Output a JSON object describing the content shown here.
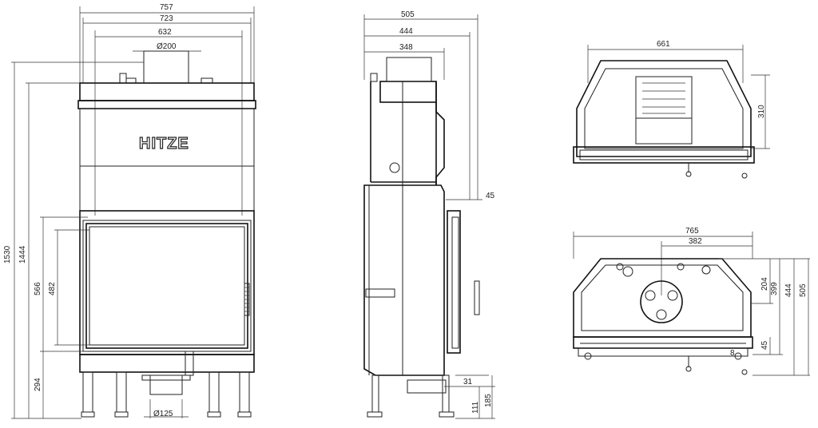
{
  "brand": {
    "logo_text": "HITZE"
  },
  "front_view": {
    "widths": [
      "757",
      "723",
      "632"
    ],
    "flue_diameter": "Ø200",
    "leg_diameter": "Ø125",
    "heights": [
      "1530",
      "1444",
      "566",
      "482",
      "294"
    ]
  },
  "side_view": {
    "depths": [
      "505",
      "444",
      "348"
    ],
    "door_offset": "45",
    "bottom_offsets": [
      "31",
      "111",
      "185"
    ]
  },
  "top_view": {
    "width": "661",
    "depth": "310"
  },
  "section_view": {
    "widths": [
      "765",
      "382"
    ],
    "heights": [
      "204",
      "399",
      "444",
      "505"
    ],
    "bottom": "45",
    "mini": "8"
  }
}
